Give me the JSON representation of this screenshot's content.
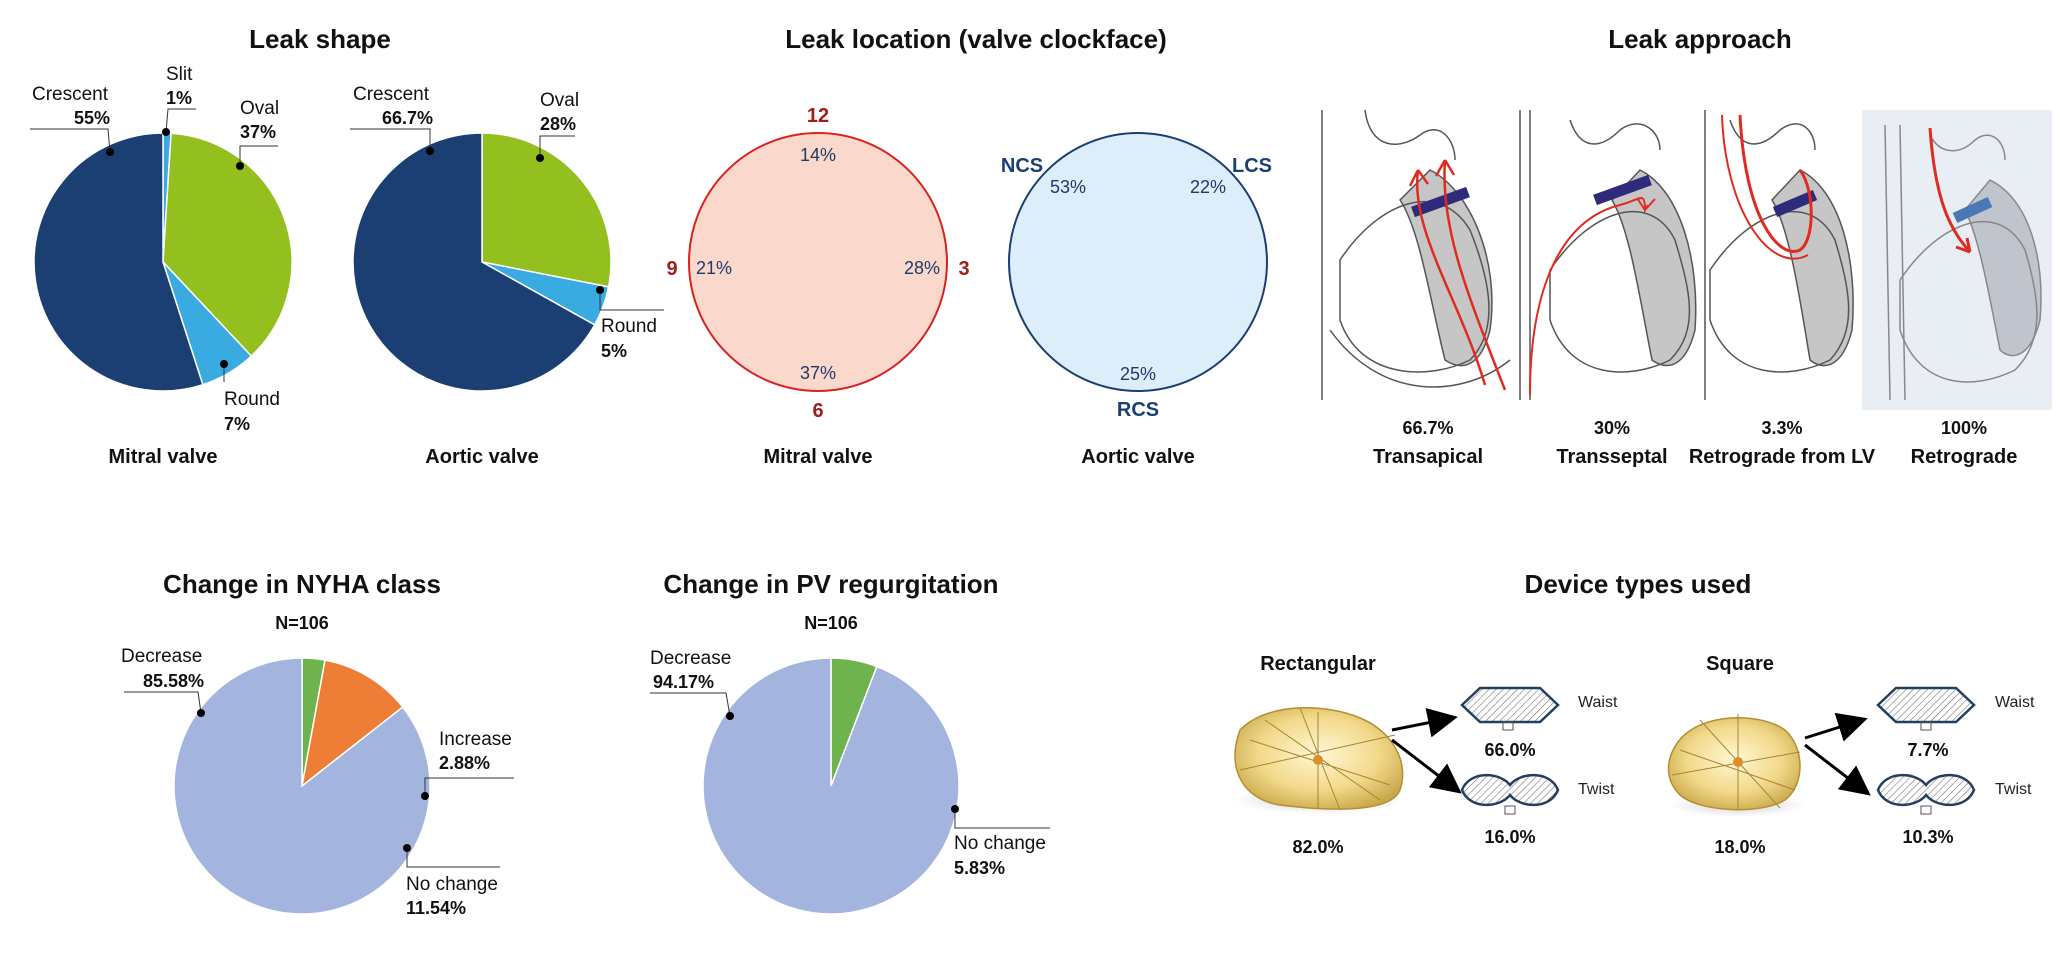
{
  "colors": {
    "navy": "#1b3f73",
    "green": "#93c01f",
    "cyan": "#3aabe1",
    "lavender": "#a3b5de",
    "orange": "#ee7d35",
    "lightgreen": "#6fb34f",
    "pink_fill": "#fbd8cc",
    "pink_stroke": "#d9231e",
    "blue_fill": "#ddeefb",
    "blue_stroke": "#1b3f73",
    "red_text": "#a01e1e"
  },
  "chart_data": [
    {
      "id": "leak-shape-mitral",
      "type": "pie",
      "title": "Leak shape",
      "caption": "Mitral valve",
      "slices": [
        {
          "label": "Slit",
          "pct_text": "1%",
          "value": 1,
          "color": "cyan"
        },
        {
          "label": "Oval",
          "pct_text": "37%",
          "value": 37,
          "color": "green"
        },
        {
          "label": "Round",
          "pct_text": "7%",
          "value": 7,
          "color": "cyan"
        },
        {
          "label": "Crescent",
          "pct_text": "55%",
          "value": 55,
          "color": "navy"
        }
      ]
    },
    {
      "id": "leak-shape-aortic",
      "type": "pie",
      "caption": "Aortic valve",
      "slices": [
        {
          "label": "Oval",
          "pct_text": "28%",
          "value": 28,
          "color": "green"
        },
        {
          "label": "Round",
          "pct_text": "5%",
          "value": 5,
          "color": "cyan"
        },
        {
          "label": "Crescent",
          "pct_text": "66.7%",
          "value": 66.7,
          "color": "navy"
        }
      ]
    },
    {
      "id": "leak-location",
      "type": "table",
      "title": "Leak location (valve clockface)",
      "mitral": {
        "caption": "Mitral valve",
        "positions": [
          {
            "clock": "12",
            "pct": "14%"
          },
          {
            "clock": "3",
            "pct": "28%"
          },
          {
            "clock": "6",
            "pct": "37%"
          },
          {
            "clock": "9",
            "pct": "21%"
          }
        ]
      },
      "aortic": {
        "caption": "Aortic valve",
        "positions": [
          {
            "clock": "NCS",
            "pct": "53%"
          },
          {
            "clock": "LCS",
            "pct": "22%"
          },
          {
            "clock": "RCS",
            "pct": "25%"
          }
        ]
      }
    },
    {
      "id": "leak-approach",
      "type": "table",
      "title": "Leak approach",
      "items": [
        {
          "pct": "66.7%",
          "label": "Transapical"
        },
        {
          "pct": "30%",
          "label": "Transseptal"
        },
        {
          "pct": "3.3%",
          "label": "Retrograde from LV"
        },
        {
          "pct": "100%",
          "label": "Retrograde"
        }
      ]
    },
    {
      "id": "nyha",
      "type": "pie",
      "title": "Change in NYHA class",
      "subtitle": "N=106",
      "slices": [
        {
          "label": "Increase",
          "pct_text": "2.88%",
          "value": 2.88,
          "color": "lightgreen"
        },
        {
          "label": "No change",
          "pct_text": "11.54%",
          "value": 11.54,
          "color": "orange"
        },
        {
          "label": "Decrease",
          "pct_text": "85.58%",
          "value": 85.58,
          "color": "lavender"
        }
      ]
    },
    {
      "id": "pv-regurg",
      "type": "pie",
      "title": "Change in PV regurgitation",
      "subtitle": "N=106",
      "slices": [
        {
          "label": "No change",
          "pct_text": "5.83%",
          "value": 5.83,
          "color": "lightgreen"
        },
        {
          "label": "Decrease",
          "pct_text": "94.17%",
          "value": 94.17,
          "color": "lavender"
        }
      ]
    },
    {
      "id": "device-types",
      "type": "table",
      "title": "Device types used",
      "devices": [
        {
          "name": "Rectangular",
          "pct": "82.0%",
          "waist_label": "Waist",
          "waist_pct": "66.0%",
          "twist_label": "Twist",
          "twist_pct": "16.0%"
        },
        {
          "name": "Square",
          "pct": "18.0%",
          "waist_label": "Waist",
          "waist_pct": "7.7%",
          "twist_label": "Twist",
          "twist_pct": "10.3%"
        }
      ]
    }
  ]
}
